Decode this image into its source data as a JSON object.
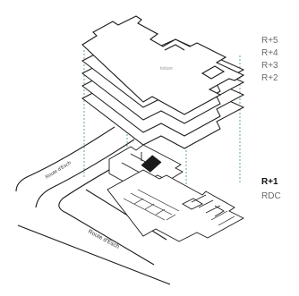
{
  "diagram": {
    "roof_label": "toiture",
    "floor_labels": [
      "R+5",
      "R+4",
      "R+3",
      "R+2"
    ],
    "ground_labels": {
      "highlight": "R+1",
      "ground": "RDC"
    },
    "road_labels": [
      "Route d'Esch",
      "Route d'Esch"
    ],
    "colors": {
      "line": "#1a1a1a",
      "guide": "#3d8f8a",
      "label": "#6b6b6b",
      "highlight": "#111111"
    }
  }
}
